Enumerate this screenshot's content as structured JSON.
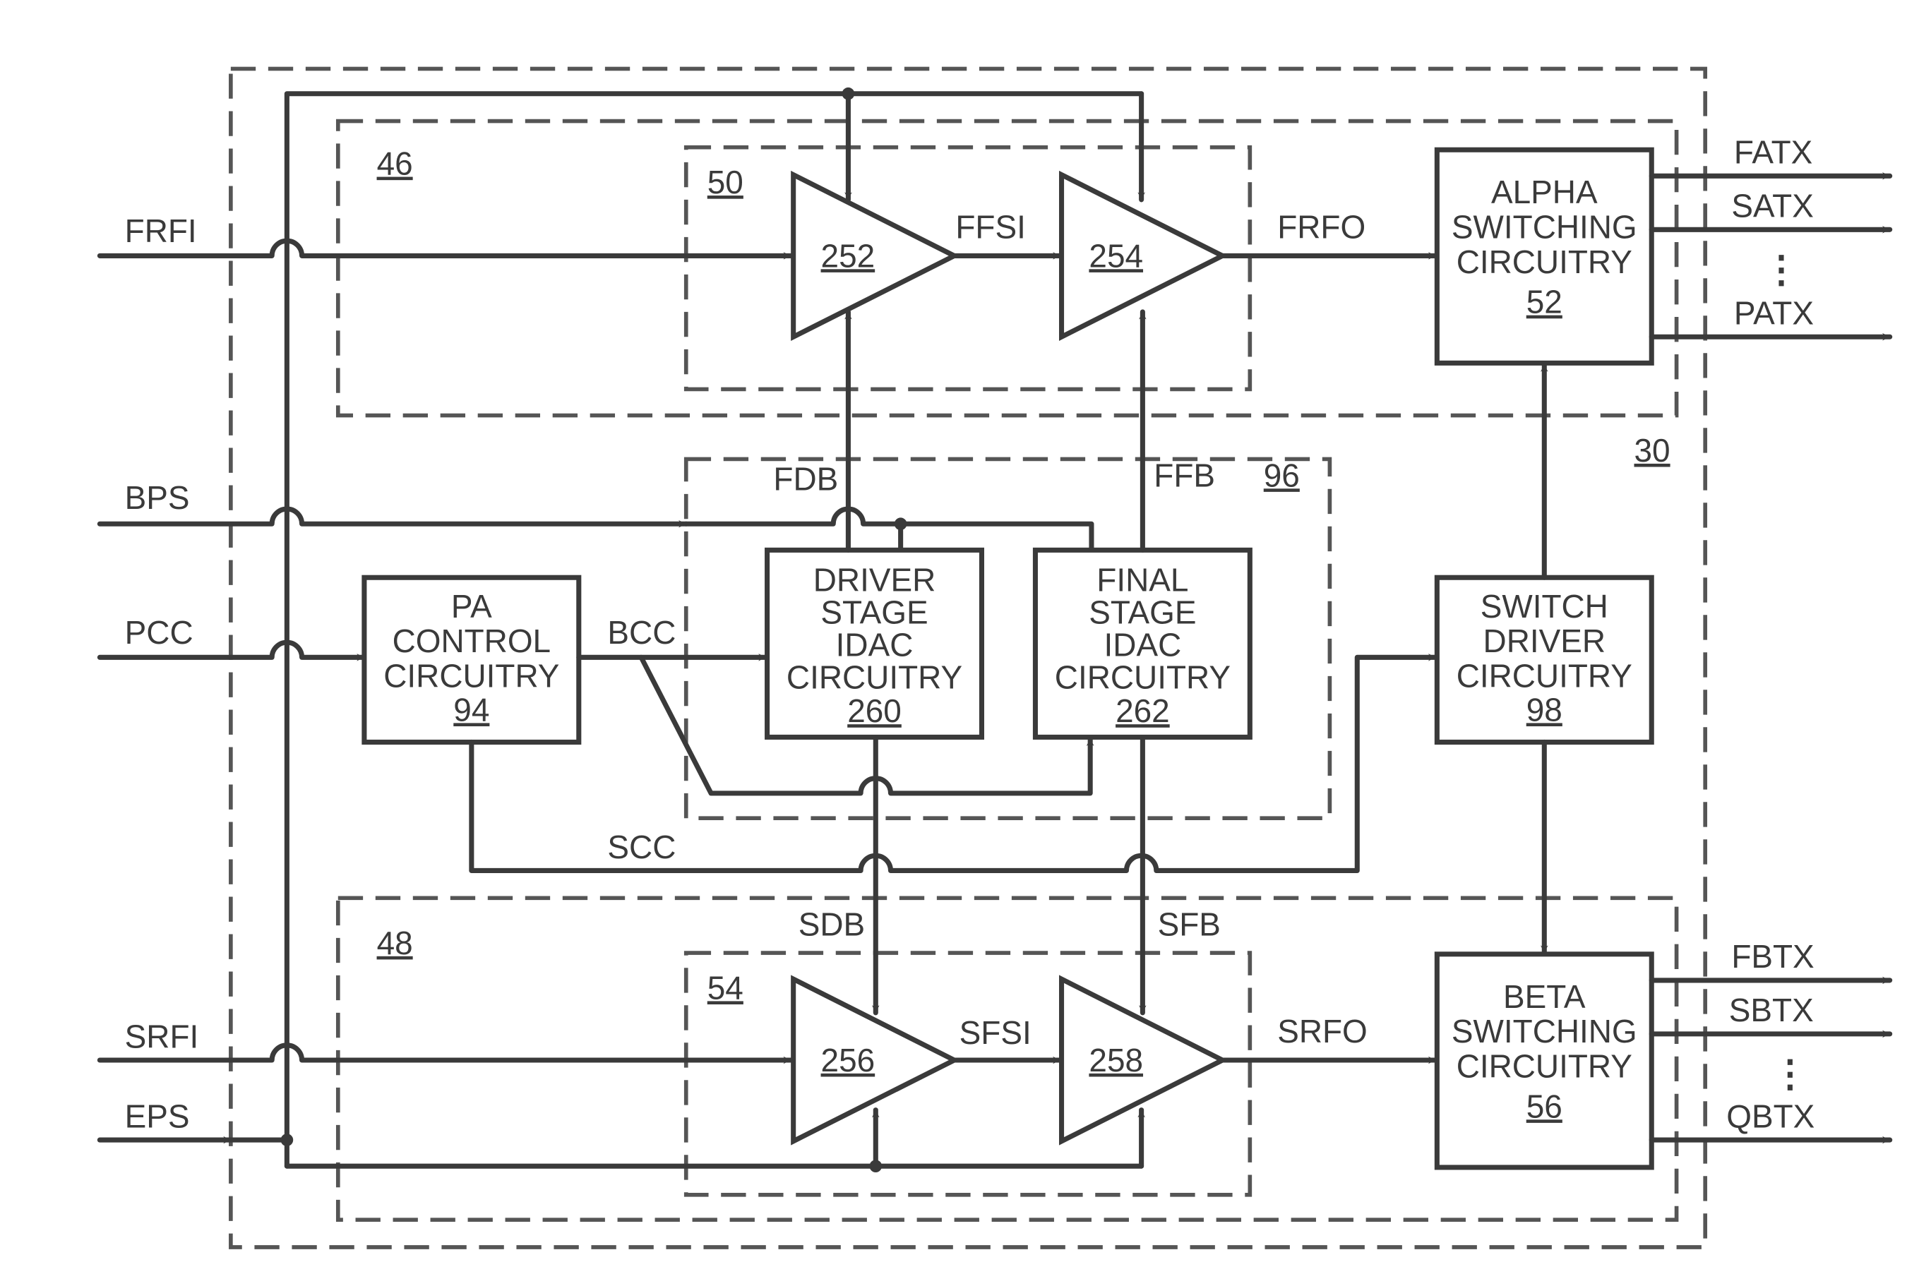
{
  "refs": {
    "outer": "30",
    "upper_path": "46",
    "lower_path": "48",
    "upper_amp": "50",
    "lower_amp": "54",
    "idac_group": "96"
  },
  "signals": {
    "frfi": "FRFI",
    "bps": "BPS",
    "pcc": "PCC",
    "srfi": "SRFI",
    "eps": "EPS",
    "ffsi": "FFSI",
    "frfo": "FRFO",
    "sfsi": "SFSI",
    "srfo": "SRFO",
    "fdb": "FDB",
    "ffb": "FFB",
    "bcc": "BCC",
    "scc": "SCC",
    "sdb": "SDB",
    "sfb": "SFB"
  },
  "amplifiers": {
    "a252": "252",
    "a254": "254",
    "a256": "256",
    "a258": "258"
  },
  "blocks": {
    "alpha": {
      "lines": [
        "ALPHA",
        "SWITCHING",
        "CIRCUITRY"
      ],
      "ref": "52"
    },
    "beta": {
      "lines": [
        "BETA",
        "SWITCHING",
        "CIRCUITRY"
      ],
      "ref": "56"
    },
    "switch_driver": {
      "lines": [
        "SWITCH",
        "DRIVER",
        "CIRCUITRY"
      ],
      "ref": "98"
    },
    "pa_control": {
      "lines": [
        "PA",
        "CONTROL",
        "CIRCUITRY"
      ],
      "ref": "94"
    },
    "driver_idac": {
      "lines": [
        "DRIVER",
        "STAGE",
        "IDAC",
        "CIRCUITRY"
      ],
      "ref": "260"
    },
    "final_idac": {
      "lines": [
        "FINAL",
        "STAGE",
        "IDAC",
        "CIRCUITRY"
      ],
      "ref": "262"
    }
  },
  "outputs": {
    "alpha": [
      "FATX",
      "SATX",
      "PATX"
    ],
    "beta": [
      "FBTX",
      "SBTX",
      "QBTX"
    ],
    "ellipsis": "⋮"
  }
}
